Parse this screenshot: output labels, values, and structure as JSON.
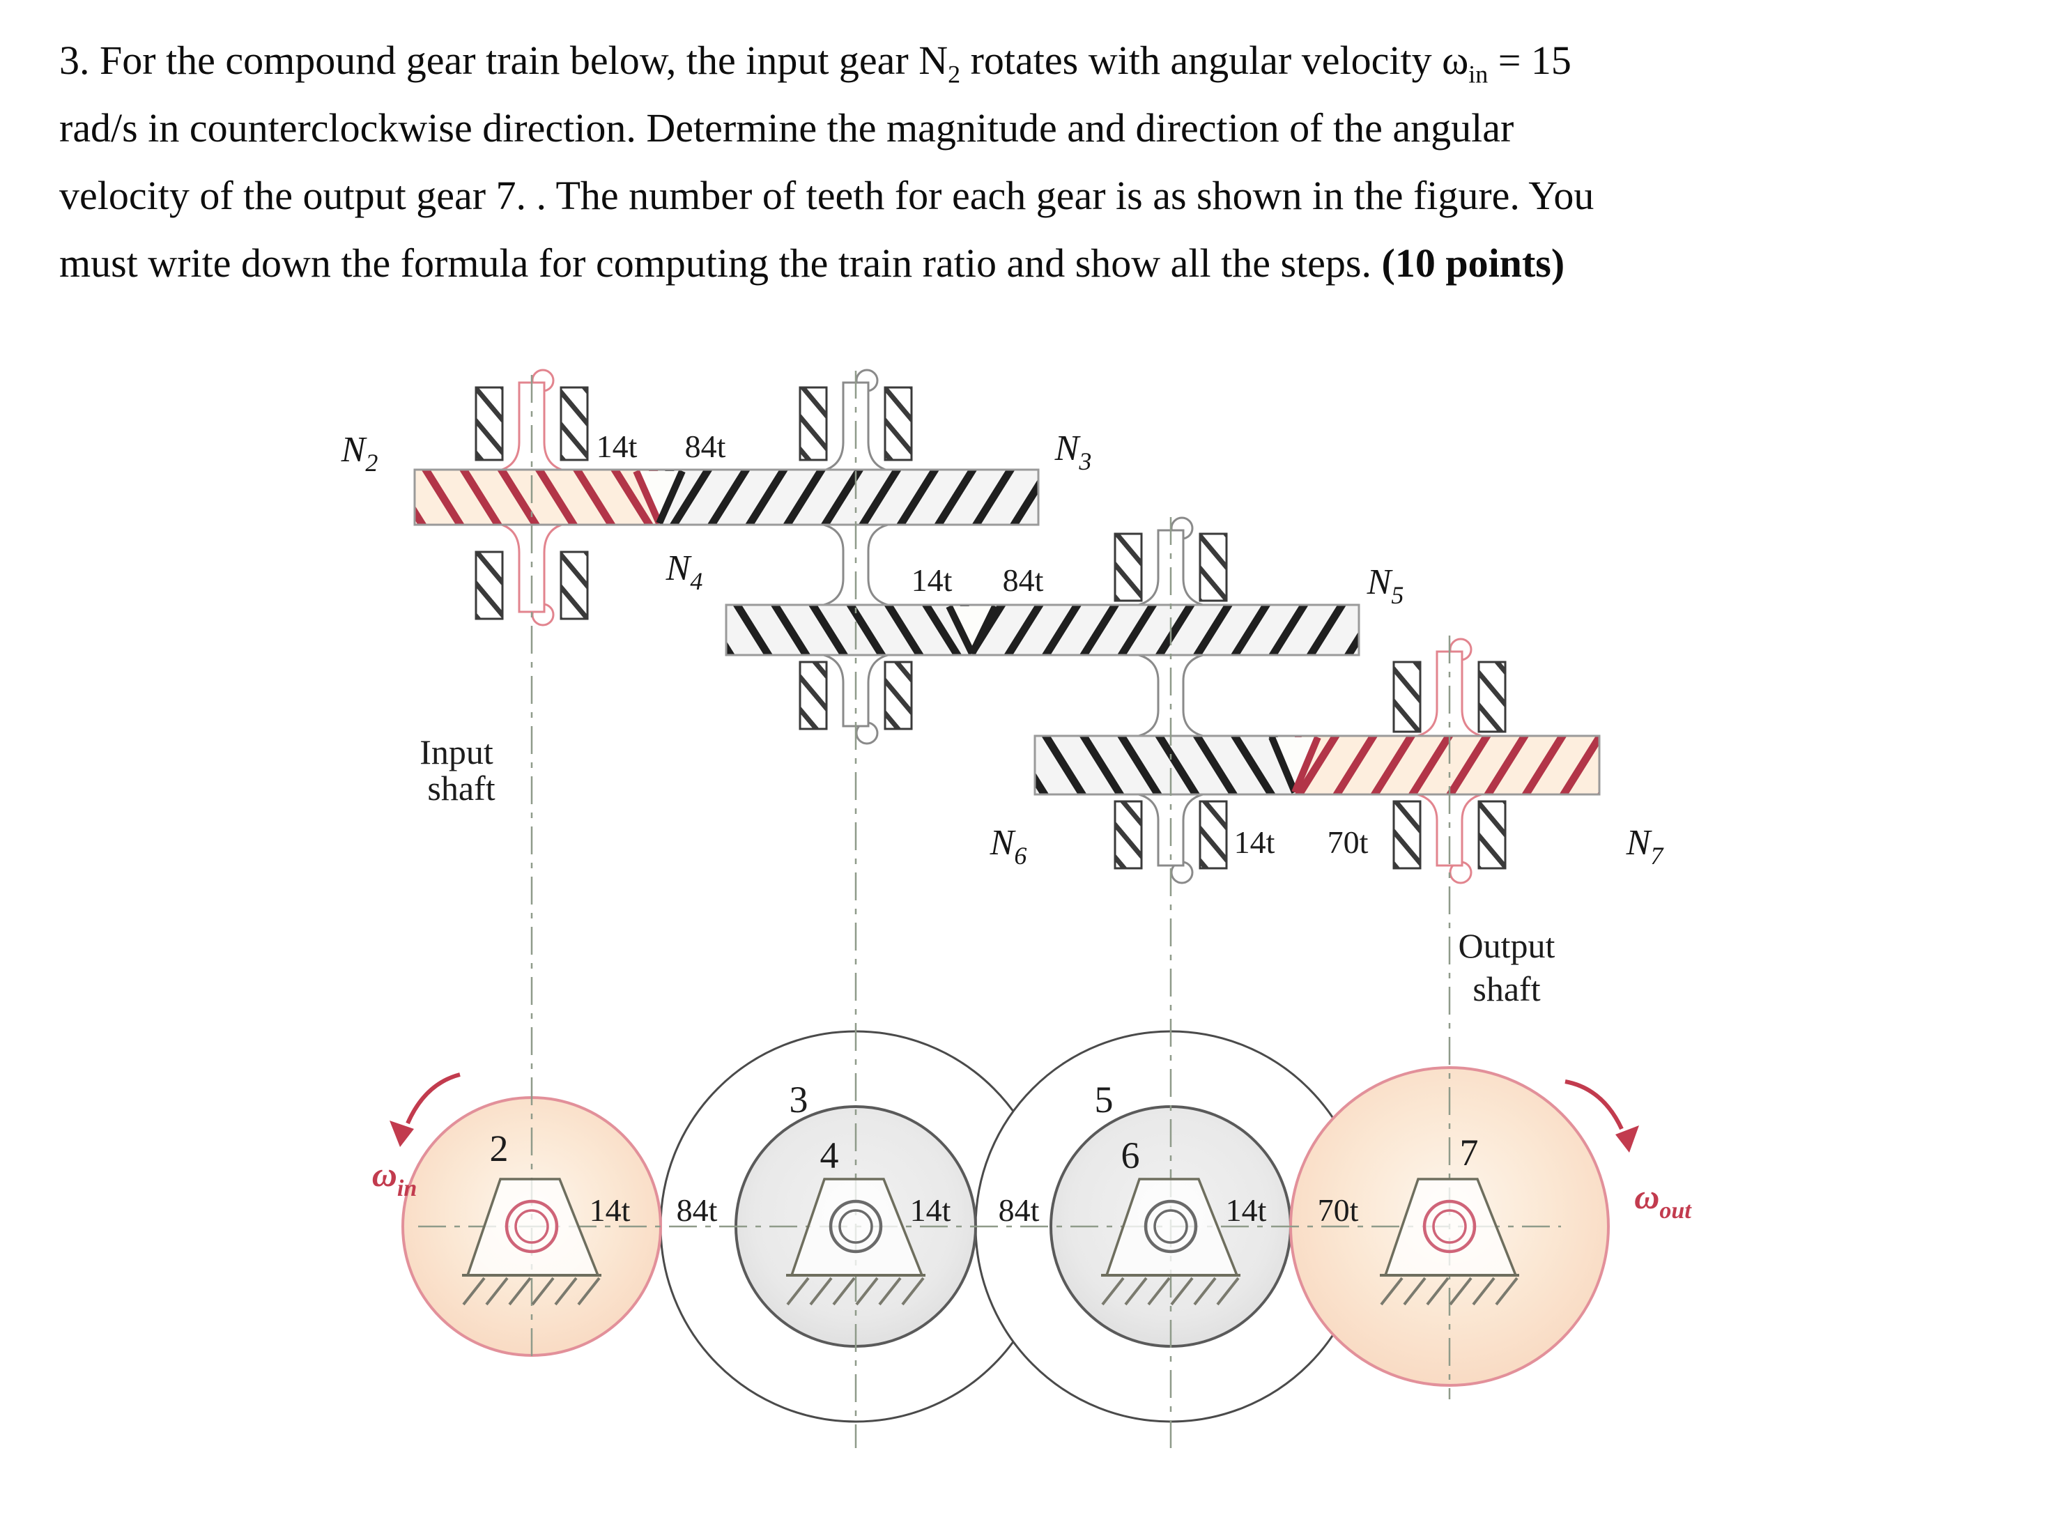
{
  "problem": {
    "lines": [
      [
        {
          "t": "3. For the compound gear train below, the input gear N"
        },
        {
          "t": "2",
          "sub": true
        },
        {
          "t": " rotates with angular velocity ω"
        },
        {
          "t": "in",
          "sub": true
        },
        {
          "t": " = 15"
        }
      ],
      [
        {
          "t": "rad/s in counterclockwise direction. Determine the magnitude and direction of the angular"
        }
      ],
      [
        {
          "t": "velocity of the output gear 7. . The number of teeth for each gear is as shown in the figure. You"
        }
      ],
      [
        {
          "t": "must write down the formula for computing the train ratio and show all the steps. "
        },
        {
          "t": "(10 points)",
          "bold": true
        }
      ]
    ]
  },
  "figure": {
    "side_view": {
      "gear_labels": [
        {
          "main": "N",
          "sub": "2"
        },
        {
          "main": "N",
          "sub": "3"
        },
        {
          "main": "N",
          "sub": "4"
        },
        {
          "main": "N",
          "sub": "5"
        },
        {
          "main": "N",
          "sub": "6"
        },
        {
          "main": "N",
          "sub": "7"
        }
      ],
      "teeth_labels": [
        {
          "left": "14t",
          "right": "84t"
        },
        {
          "left": "14t",
          "right": "84t"
        },
        {
          "left": "14t",
          "right": "70t"
        }
      ],
      "input_shaft": {
        "line1": "Input",
        "line2": "shaft"
      },
      "output_shaft": {
        "line1": "Output",
        "line2": "shaft"
      }
    },
    "end_view": {
      "circles": [
        {
          "num": "2",
          "teeth": "14t"
        },
        {
          "num": "3",
          "teeth": "84t"
        },
        {
          "num": "4",
          "teeth": "14t"
        },
        {
          "num": "5",
          "teeth": "84t"
        },
        {
          "num": "6",
          "teeth": "14t"
        },
        {
          "num": "7",
          "teeth": "70t"
        }
      ],
      "omega_in": {
        "main": "ω",
        "sub": "in"
      },
      "omega_out": {
        "main": "ω",
        "sub": "out"
      }
    },
    "colors": {
      "red_accent": "#c23b4e",
      "red_hatch": "#b23548",
      "pink_fill": "#fbe3d2",
      "black_hatch": "#1f1f1f",
      "gray_fill": "#e8e8e8",
      "centerline": "#8f9b8a"
    }
  }
}
